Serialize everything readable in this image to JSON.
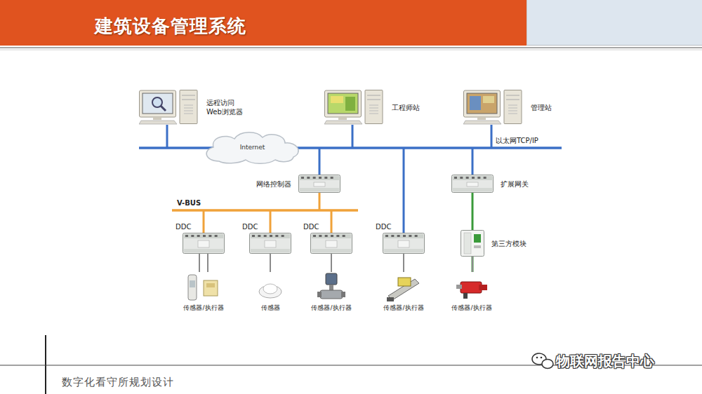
{
  "diagram": {
    "title": "建筑设备管理系统",
    "nodes": [
      {
        "text": [
          "远程访问 Web浏览器"
        ]
      },
      {
        "text": [
          "工程师站"
        ]
      },
      {
        "text": [
          "管理站"
        ]
      },
      {
        "text": [
          "Internet"
        ]
      },
      {
        "text": [
          "网络控制器"
        ]
      },
      {
        "text": [
          "扩展网关"
        ]
      },
      {
        "text": [
          "DDC"
        ]
      },
      {
        "text": [
          "DDC"
        ]
      },
      {
        "text": [
          "DDC"
        ]
      },
      {
        "text": [
          "DDC"
        ]
      },
      {
        "text": [
          "第三方模块"
        ]
      },
      {
        "text": [
          "传感器/执行器"
        ]
      },
      {
        "text": [
          "传感器"
        ]
      },
      {
        "text": [
          "传感器/执行器"
        ]
      },
      {
        "text": [
          "传感器/执行器"
        ]
      },
      {
        "text": [
          "传感器/执行器"
        ]
      }
    ],
    "edges": [
      {
        "from": 6,
        "to": 11,
        "arrow": "none"
      },
      {
        "from": 7,
        "to": 12,
        "arrow": "none"
      },
      {
        "from": 8,
        "to": 13,
        "arrow": "none"
      },
      {
        "from": 9,
        "to": 14,
        "arrow": "none"
      },
      {
        "from": 5,
        "to": 15,
        "arrow": "none"
      },
      {
        "from": 10,
        "to": 15,
        "arrow": "none"
      }
    ],
    "labels": [
      "以太网TCP/IP",
      "V-BUS",
      "数字化看守所规划设计",
      "物联网报告中心"
    ]
  }
}
